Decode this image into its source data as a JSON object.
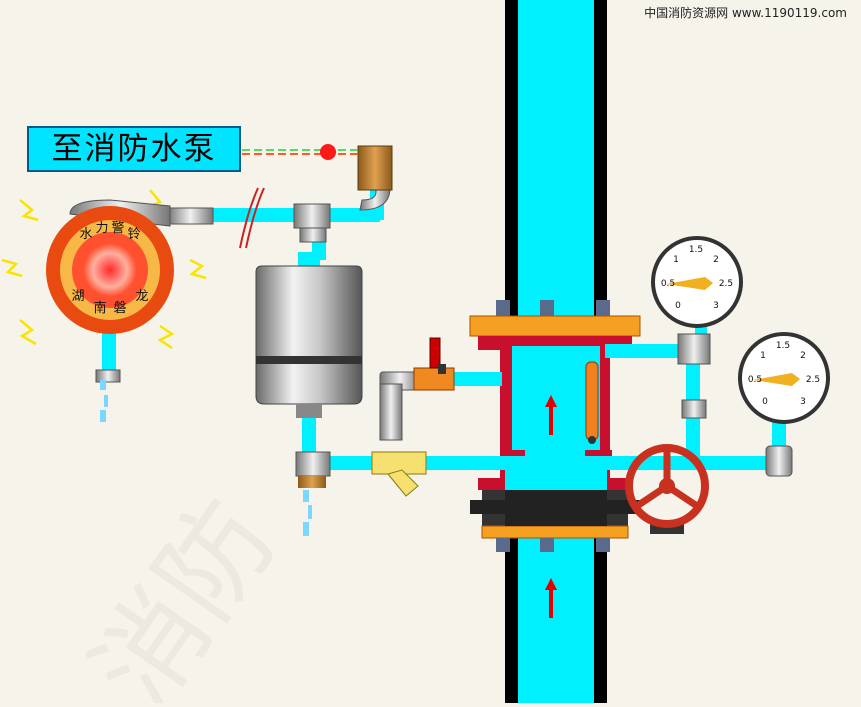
{
  "title_label": "至消防水泵",
  "watermark": "中国消防资源网 www.1190119.com",
  "bell": {
    "chars": [
      "水",
      "力",
      "警",
      "铃",
      "湖",
      "南",
      "磐",
      "龙"
    ]
  },
  "gauge_ticks": [
    "0",
    "0.5",
    "1",
    "1.5",
    "2",
    "2.5",
    "3"
  ],
  "colors": {
    "pipe": "#00f0ff",
    "riser_border": "#000000",
    "valve_body": "#c8102e",
    "flange": "#f08a00",
    "arrow": "#e00000",
    "bell_outer": "#e84a10",
    "bell_inner": "#f8b848"
  }
}
